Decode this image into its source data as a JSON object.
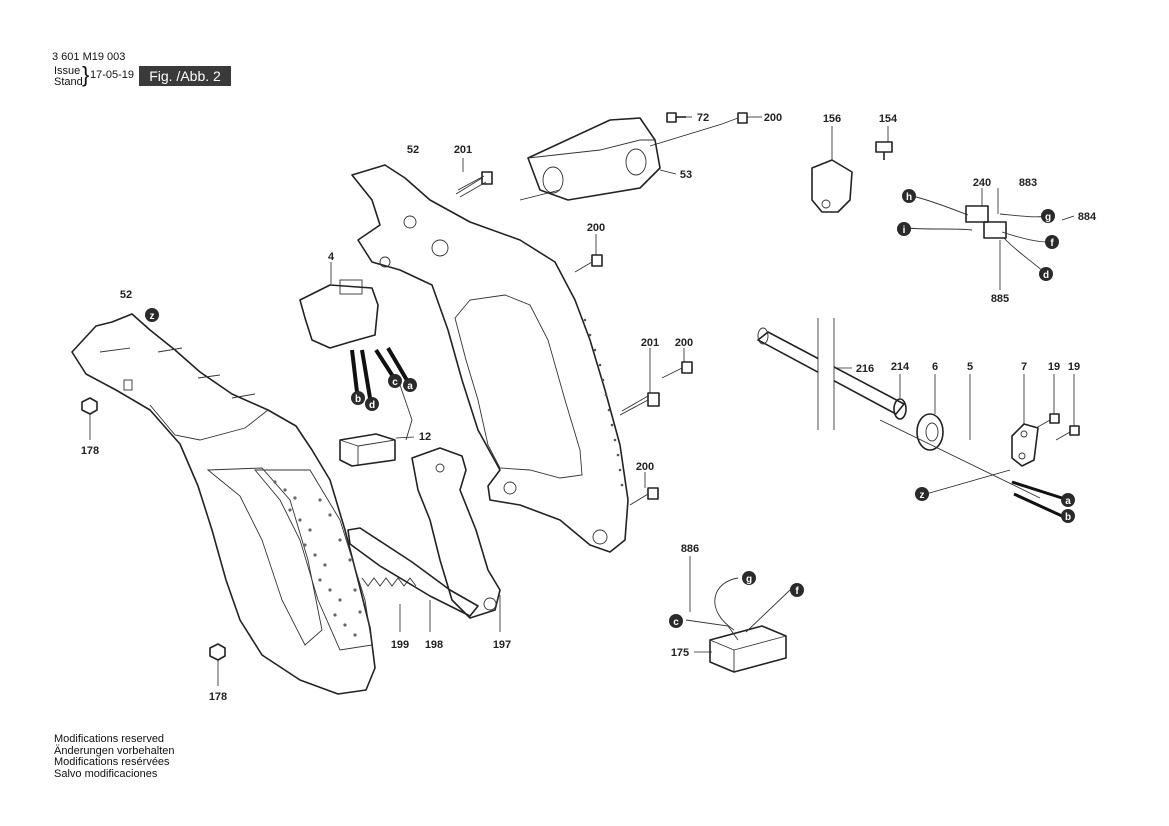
{
  "header": {
    "doc_number": "3 601 M19 003",
    "issue_label": "Issue",
    "stand_label": "Stand",
    "issue_date": "17-05-19",
    "figure_label": "Fig. /Abb. 2"
  },
  "footer_notes": [
    "Modifications reserved",
    "Änderungen vorbehalten",
    "Modifications resérvées",
    "Salvo modificaciones"
  ],
  "part_labels": {
    "p52a": "52",
    "p52b": "52",
    "p201a": "201",
    "p201b": "201",
    "p200a": "200",
    "p200b": "200",
    "p200c": "200",
    "p200d": "200",
    "p72": "72",
    "p53": "53",
    "p156": "156",
    "p154": "154",
    "p240": "240",
    "p883": "883",
    "p884": "884",
    "p885": "885",
    "p4": "4",
    "p12": "12",
    "p178a": "178",
    "p178b": "178",
    "p216": "216",
    "p214": "214",
    "p6": "6",
    "p5": "5",
    "p7": "7",
    "p19a": "19",
    "p19b": "19",
    "p199": "199",
    "p198": "198",
    "p197": "197",
    "p886": "886",
    "p175": "175"
  },
  "wire_markers": {
    "z1": "z",
    "z2": "z",
    "a1": "a",
    "b1": "b",
    "c1": "c",
    "d1": "d",
    "h2": "h",
    "g2": "g",
    "i2": "i",
    "f2": "f",
    "d2": "d",
    "a3": "a",
    "b3": "b",
    "c4": "c",
    "g4": "g",
    "f4": "f"
  },
  "colors": {
    "ink": "#222222",
    "marker_fill": "#2a2a2a",
    "figure_label_bg": "#3a3a3a"
  }
}
